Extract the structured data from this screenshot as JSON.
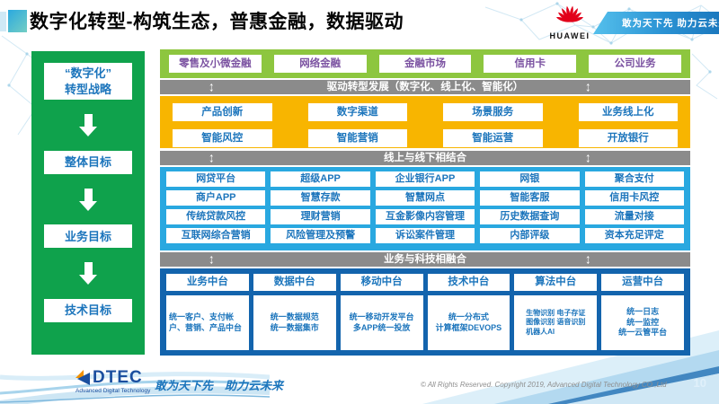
{
  "title": "数字化转型-构筑生态，普惠金融，数据驱动",
  "header": {
    "huawei_logo_text": "HUAWEI",
    "banner_slogan": "敢为天下先 助力云未来"
  },
  "sidebar": {
    "items": [
      "“数字化”\n转型战略",
      "整体目标",
      "业务目标",
      "技术目标"
    ]
  },
  "business_lines": [
    "零售及小微金融",
    "网络金融",
    "金融市场",
    "信用卡",
    "公司业务"
  ],
  "bars": {
    "drive": "驱动转型发展（数字化、线上化、智能化）",
    "online_offline": "线上与线下相结合",
    "biz_tech": "业务与科技相融合"
  },
  "capabilities": {
    "row1": [
      "产品创新",
      "数字渠道",
      "场景服务",
      "业务线上化"
    ],
    "row2": [
      "智能风控",
      "智能营销",
      "智能运营",
      "开放银行"
    ]
  },
  "applications": {
    "rows": [
      [
        "网贷平台",
        "超级APP",
        "企业银行APP",
        "网银",
        "聚合支付"
      ],
      [
        "商户APP",
        "智慧存款",
        "智慧网点",
        "智能客服",
        "信用卡风控"
      ],
      [
        "传统贷款风控",
        "理财营销",
        "互金影像内容管理",
        "历史数据查询",
        "流量对接"
      ],
      [
        "互联网综合营销",
        "风险管理及预警",
        "诉讼案件管理",
        "内部评级",
        "资本充足评定"
      ]
    ]
  },
  "platforms": [
    {
      "title": "业务中台",
      "detail": "统一客户、支付帐户、营销、产品中台"
    },
    {
      "title": "数据中台",
      "detail": "统一数据规范\n统一数据集市"
    },
    {
      "title": "移动中台",
      "detail": "统一移动开发平台\n多APP统一投放"
    },
    {
      "title": "技术中台",
      "detail": "统一分布式\n计算框架DEVOPS"
    },
    {
      "title": "算法中台",
      "detail": "生物识别 电子存证\n图像识别 语音识别\n机器人AI"
    },
    {
      "title": "运营中台",
      "detail": "统一日志\n统一监控\n统一云管平台"
    }
  ],
  "footer": {
    "logo_text": "DTEC",
    "logo_subtext": "Advanced Digital Technology",
    "slogan": "敢为天下先　助力云未来",
    "copyright": "© All Rights Reserved. Copyright 2019, Advanced Digital Technology CO.,Ltd",
    "page_number": "10"
  },
  "icons": {
    "bar_updown_arrow": "↕",
    "sidebar_down_arrow": "white block down-arrow",
    "banner_plane": "paper-plane",
    "huawei_logo": "red 8-petal flower"
  },
  "colors": {
    "sidebar_green": "#0fa24c",
    "business_row_green": "#8dc63f",
    "purple_text": "#7b52a1",
    "gray_bar": "#8b8b8b",
    "yellow_block": "#f8b500",
    "blue_block": "#29a8e0",
    "navy_block": "#1364ad",
    "box_text_blue": "#1c75bc",
    "huawei_red": "#e2001a",
    "dtec_blue": "#1b4f9f",
    "dtec_orange": "#f29100"
  }
}
